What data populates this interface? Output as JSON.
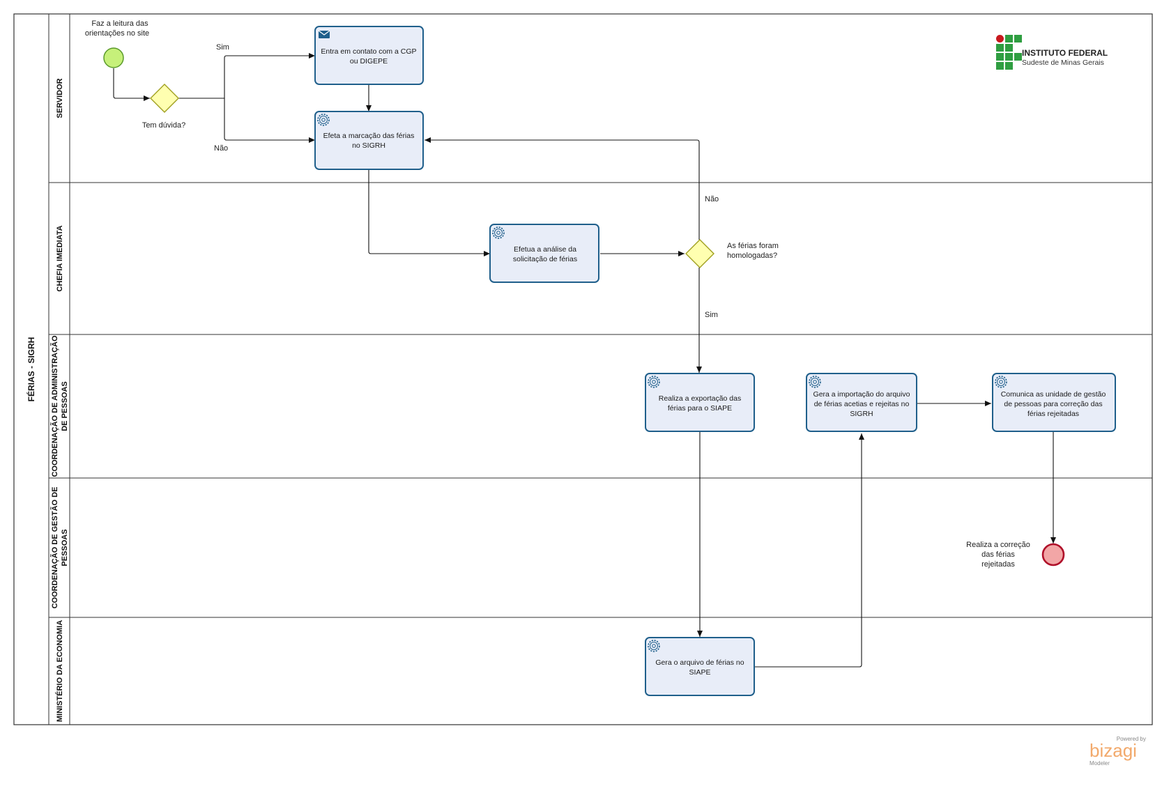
{
  "pool": {
    "title": "FÉRIAS - SIGRH"
  },
  "lanes": [
    {
      "id": "servidor",
      "title": "SERVIDOR"
    },
    {
      "id": "chefia",
      "title": "CHEFIA IMEDIATA"
    },
    {
      "id": "cap",
      "title_lines": [
        "COORDENAÇÃO DE ADMINISTRAÇÃO",
        "DE PESSOAS"
      ]
    },
    {
      "id": "cgp",
      "title_lines": [
        "COORDENAÇÃO DE GESTÃO DE",
        "PESSOAS"
      ]
    },
    {
      "id": "me",
      "title": "MINISTÉRIO DA ECONOMIA"
    }
  ],
  "start_event": {
    "label_lines": [
      "Faz a leitura das",
      "orientações no site"
    ]
  },
  "gateway1": {
    "label": "Tem dúvida?"
  },
  "gateway2": {
    "label_lines": [
      "As férias foram",
      "homologadas?"
    ]
  },
  "end_event": {
    "label_lines": [
      "Realiza a correção",
      "das férias",
      "rejeitadas"
    ]
  },
  "tasks": [
    {
      "id": "t1",
      "kind": "message",
      "lines": [
        "Entra em contato com a CGP",
        "ou DIGEPE"
      ]
    },
    {
      "id": "t2",
      "kind": "service",
      "lines": [
        "Efeta a marcação das férias",
        "no SIGRH"
      ]
    },
    {
      "id": "t3",
      "kind": "service",
      "lines": [
        "Efetua a análise da",
        "solicitação de férias"
      ]
    },
    {
      "id": "t4",
      "kind": "service",
      "lines": [
        "Realiza a exportação das",
        "férias para o SIAPE"
      ]
    },
    {
      "id": "t5",
      "kind": "service",
      "lines": [
        "Gera a importação do arquivo",
        "de férias acetias e rejeitas no",
        "SIGRH"
      ]
    },
    {
      "id": "t6",
      "kind": "service",
      "lines": [
        "Comunica as unidade de gestão",
        "de pessoas para correção das",
        "férias rejeitadas"
      ]
    },
    {
      "id": "t7",
      "kind": "service",
      "lines": [
        "Gera o arquivo de férias no",
        "SIAPE"
      ]
    }
  ],
  "flow_labels": {
    "sim_1": "Sim",
    "nao_1": "Não",
    "nao_2": "Não",
    "sim_2": "Sim"
  },
  "logo": {
    "title": "INSTITUTO FEDERAL",
    "subtitle": "Sudeste de Minas Gerais"
  },
  "watermark": {
    "powered": "Powered by",
    "brand": "bizagi",
    "product": "Modeler"
  },
  "colors": {
    "task_fill": "#e8edf8",
    "task_stroke": "#1f5f8b",
    "start_fill": "#c6f07a",
    "start_stroke": "#5a9a2a",
    "end_fill": "#f2a6a6",
    "end_stroke": "#b0102a",
    "gateway_fill": "#ffffb0",
    "gateway_stroke": "#a0a020",
    "lane_stroke": "#333333",
    "logo_green": "#2f9e41",
    "logo_red": "#c8191e"
  }
}
